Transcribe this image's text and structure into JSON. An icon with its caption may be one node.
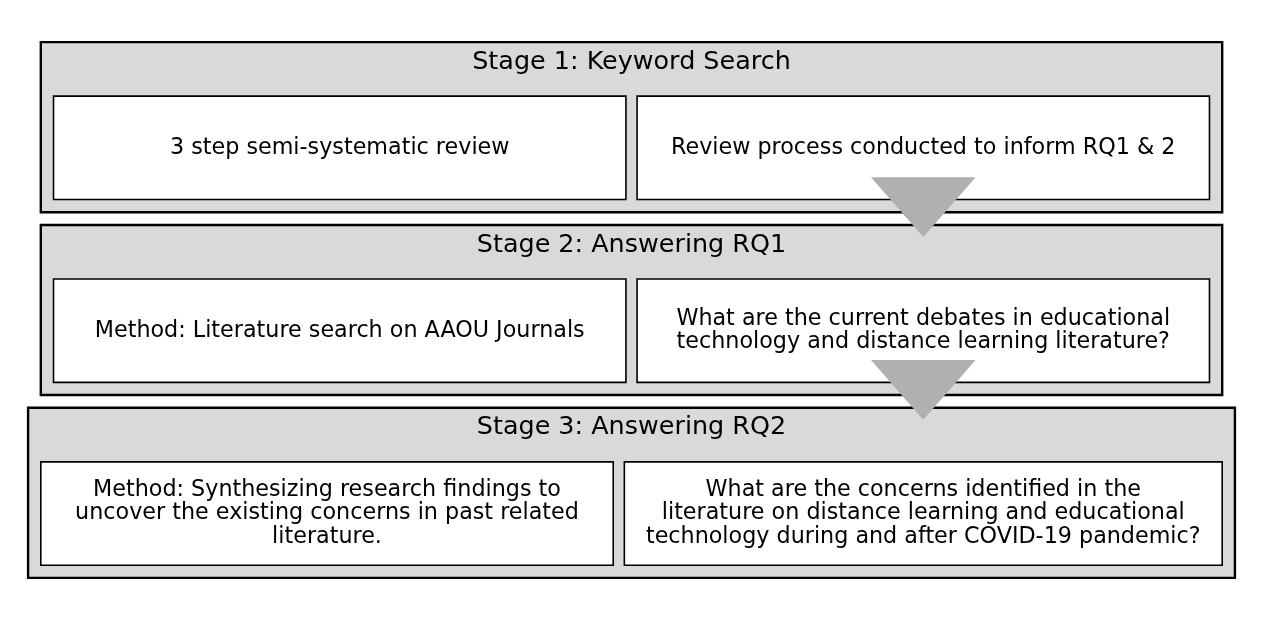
{
  "diagram": {
    "nodes": [
      {
        "text": [
          "Stage 1: Keyword Search"
        ]
      },
      {
        "text": [
          "Review process conducted to inform RQ1 & 2"
        ],
        "in": 0
      },
      {
        "text": [
          "3 step semi-systematic review"
        ],
        "in": 0
      },
      {
        "text": [
          "Stage 2: Answering RQ1"
        ]
      },
      {
        "text": [
          "What are the current debates in educational technology and distance learning literature?"
        ],
        "in": 3
      },
      {
        "text": [
          "Method: Literature search on AAOU Journals"
        ],
        "in": 3
      },
      {
        "text": [
          "Stage 3: Answering RQ2"
        ]
      },
      {
        "text": [
          "What are the concerns identified in the literature on distance learning and educational technology during and after COVID-19 pandemic?"
        ],
        "in": 6
      },
      {
        "text": [
          "Method: Synthesizing research findings to uncover the existing concerns in past related literature."
        ],
        "in": 6
      }
    ],
    "edges": [
      {
        "from": 0,
        "to": 3,
        "arrow": "to",
        "style": "thick"
      },
      {
        "from": 3,
        "to": 6,
        "arrow": "to",
        "style": "thick"
      }
    ]
  }
}
